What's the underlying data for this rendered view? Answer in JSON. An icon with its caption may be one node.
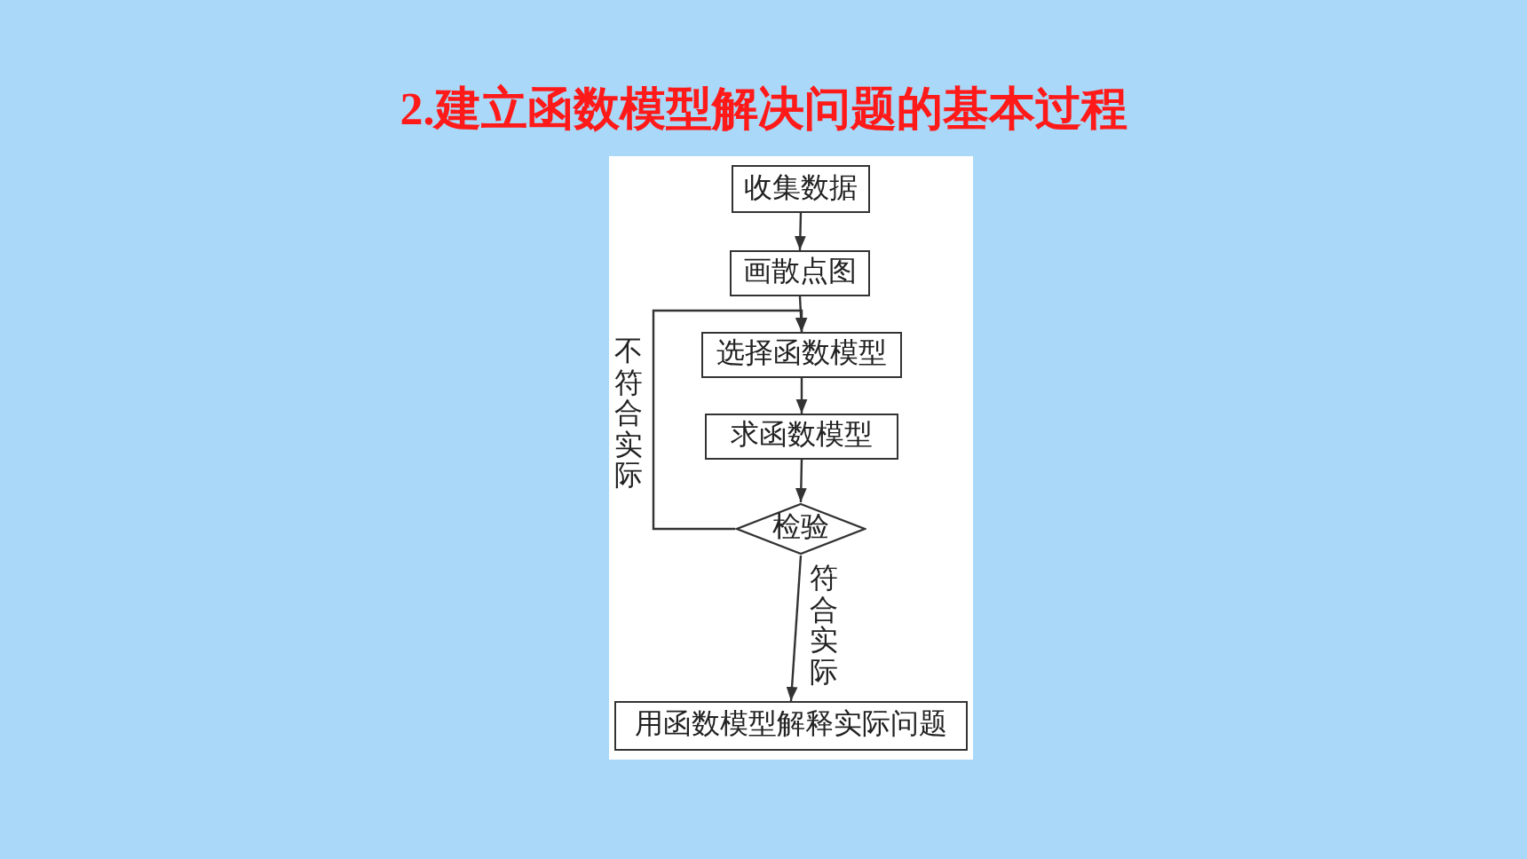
{
  "diagram": {
    "title": "2.建立函数模型解决问题的基本过程",
    "nodes": [
      {
        "text": [
          "收集数据"
        ]
      },
      {
        "text": [
          "画散点图"
        ]
      },
      {
        "text": [
          "选择函数模型"
        ]
      },
      {
        "text": [
          "求函数模型"
        ]
      },
      {
        "text": [
          "检验"
        ]
      },
      {
        "text": [
          "用函数模型解释实际问题"
        ]
      }
    ],
    "edges": [
      {
        "from": 0,
        "to": 1,
        "arrow": "to"
      },
      {
        "from": 1,
        "to": 2,
        "arrow": "to"
      },
      {
        "from": 2,
        "to": 3,
        "arrow": "to"
      },
      {
        "from": 3,
        "to": 4,
        "arrow": "to"
      },
      {
        "from": 4,
        "to": 2,
        "arrow": "to",
        "label": "不符合实际"
      },
      {
        "from": 4,
        "to": 5,
        "arrow": "to",
        "label": "符合实际"
      }
    ]
  }
}
